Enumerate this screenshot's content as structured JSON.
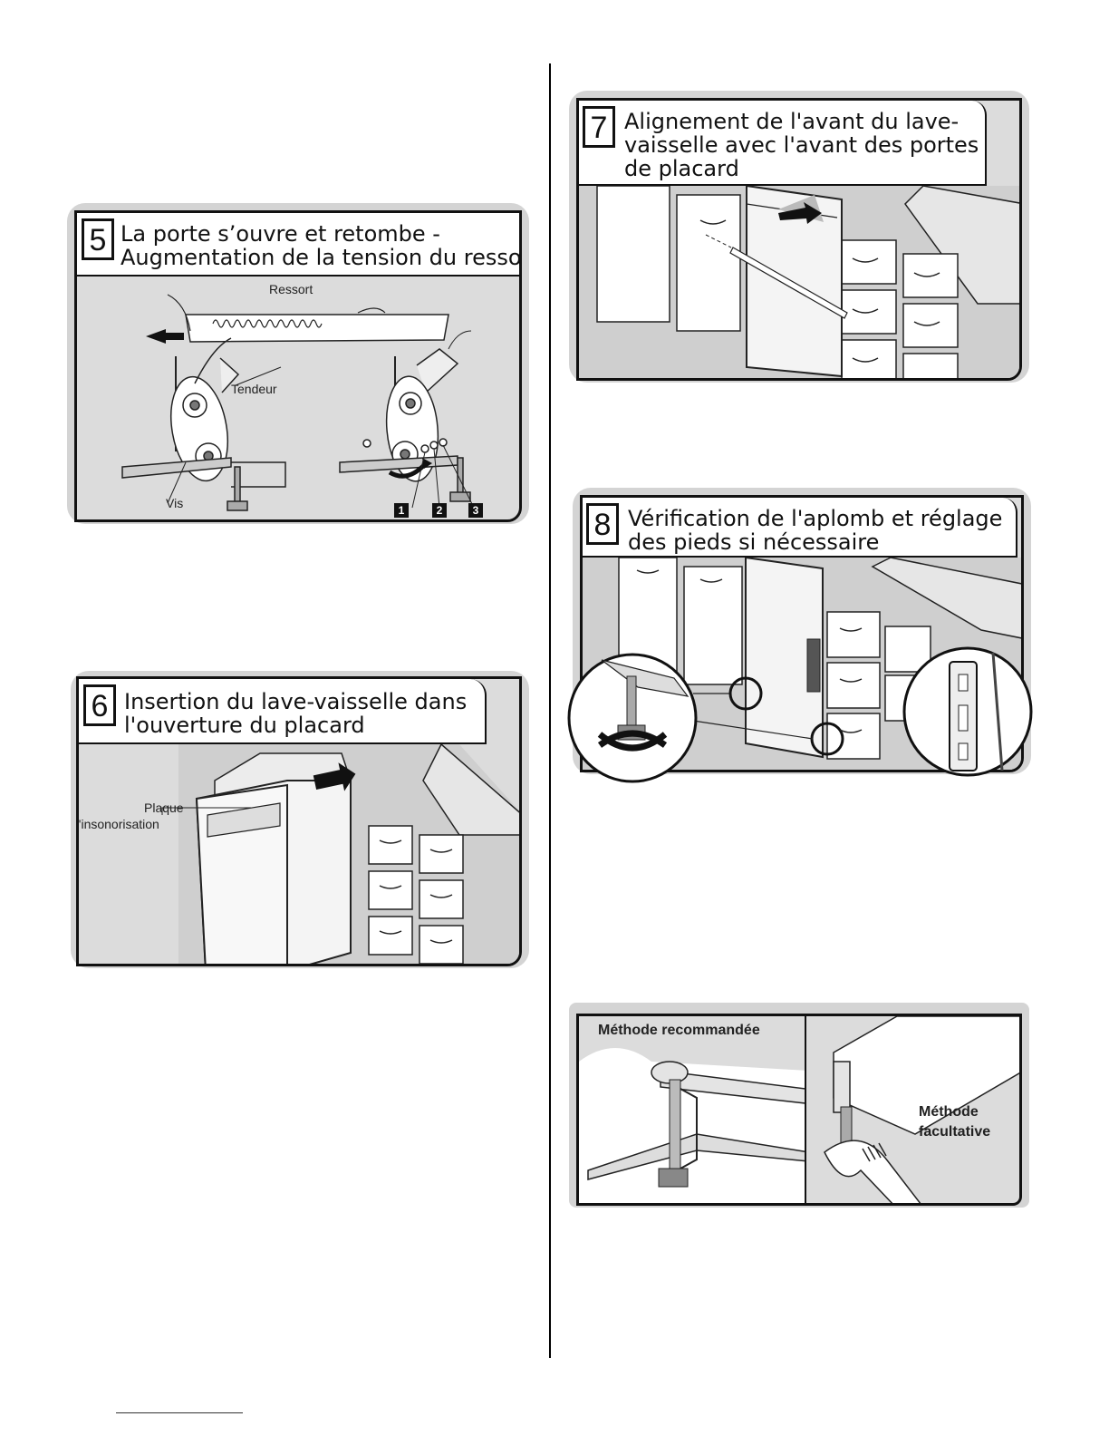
{
  "steps": [
    {
      "number": "5",
      "title_lines": [
        "La porte s’ouvre et retombe -",
        "Augmentation de la tension du ressort"
      ],
      "labels": {
        "spring": "Ressort",
        "tensioner": "Tendeur",
        "screw": "Vis"
      },
      "positions": [
        "1",
        "2",
        "3"
      ]
    },
    {
      "number": "6",
      "title_lines": [
        "Insertion du lave-vaisselle dans",
        "l'ouverture du placard"
      ],
      "labels": {
        "plate_line1": "Plaque",
        "plate_line2": "d'insonorisation"
      }
    },
    {
      "number": "7",
      "title_lines": [
        "Alignement de l'avant du lave-",
        "vaisselle avec l'avant des portes",
        "de placard"
      ]
    },
    {
      "number": "8",
      "title_lines": [
        "Vérification de l'aplomb et réglage",
        "des pieds si nécessaire"
      ]
    }
  ],
  "methods": {
    "recommended": "Méthode recommandée",
    "optional_line1": "Méthode",
    "optional_line2": "facultative"
  }
}
